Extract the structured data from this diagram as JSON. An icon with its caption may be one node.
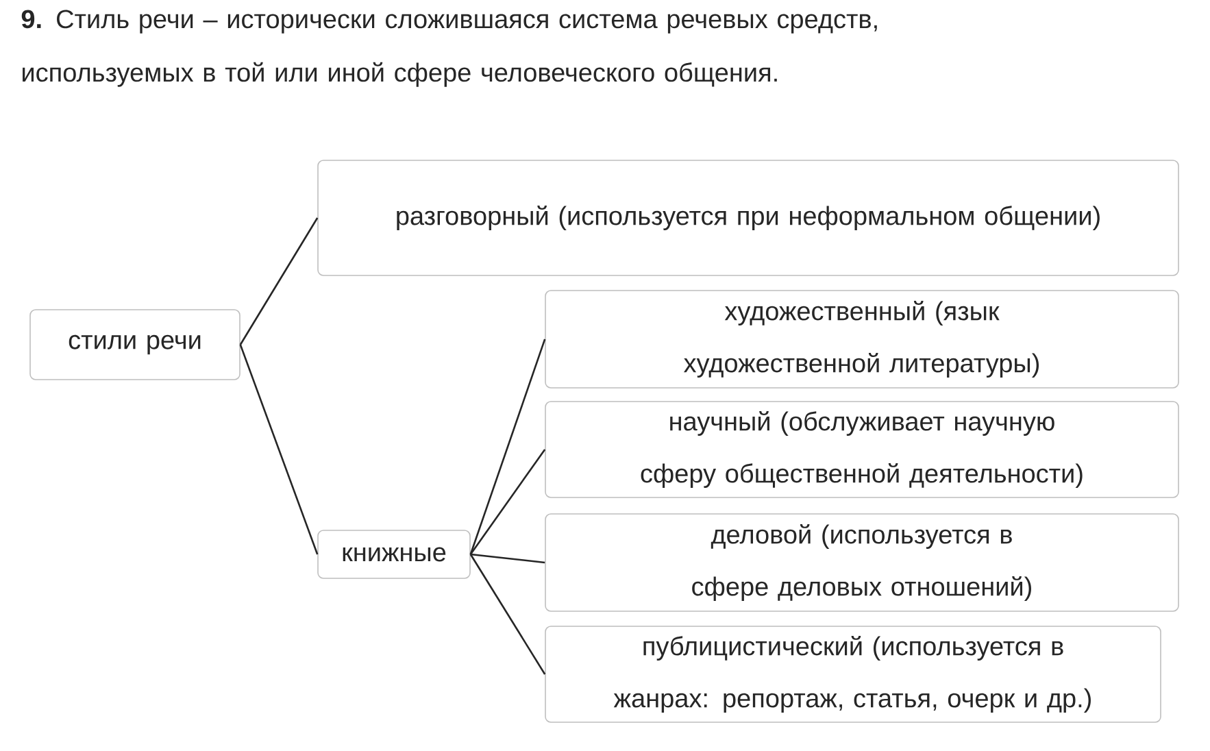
{
  "diagram": {
    "title": "**9.** Стиль речи – исторически сложившаяся система речевых средств, используемых в той или иной сфере человеческого общения.",
    "nodes": [
      {
        "text": [
          "стили речи"
        ]
      },
      {
        "text": [
          "разговорный (используется при неформальном общении)"
        ]
      },
      {
        "text": [
          "книжные"
        ]
      },
      {
        "text": [
          "художественный (язык художественной литературы)"
        ]
      },
      {
        "text": [
          "научный (обслуживает научную сферу общественной деятельности)"
        ]
      },
      {
        "text": [
          "деловой (используется в сфере деловых отношений)"
        ]
      },
      {
        "text": [
          "публицистический (используется в жанрах: репортаж, статья, очерк и др.)"
        ]
      }
    ],
    "edges": [
      {
        "from": 0,
        "to": 1,
        "arrow": "none"
      },
      {
        "from": 0,
        "to": 2,
        "arrow": "none"
      },
      {
        "from": 2,
        "to": 3,
        "arrow": "none"
      },
      {
        "from": 2,
        "to": 4,
        "arrow": "none"
      },
      {
        "from": 2,
        "to": 5,
        "arrow": "none"
      },
      {
        "from": 2,
        "to": 6,
        "arrow": "none"
      }
    ]
  }
}
